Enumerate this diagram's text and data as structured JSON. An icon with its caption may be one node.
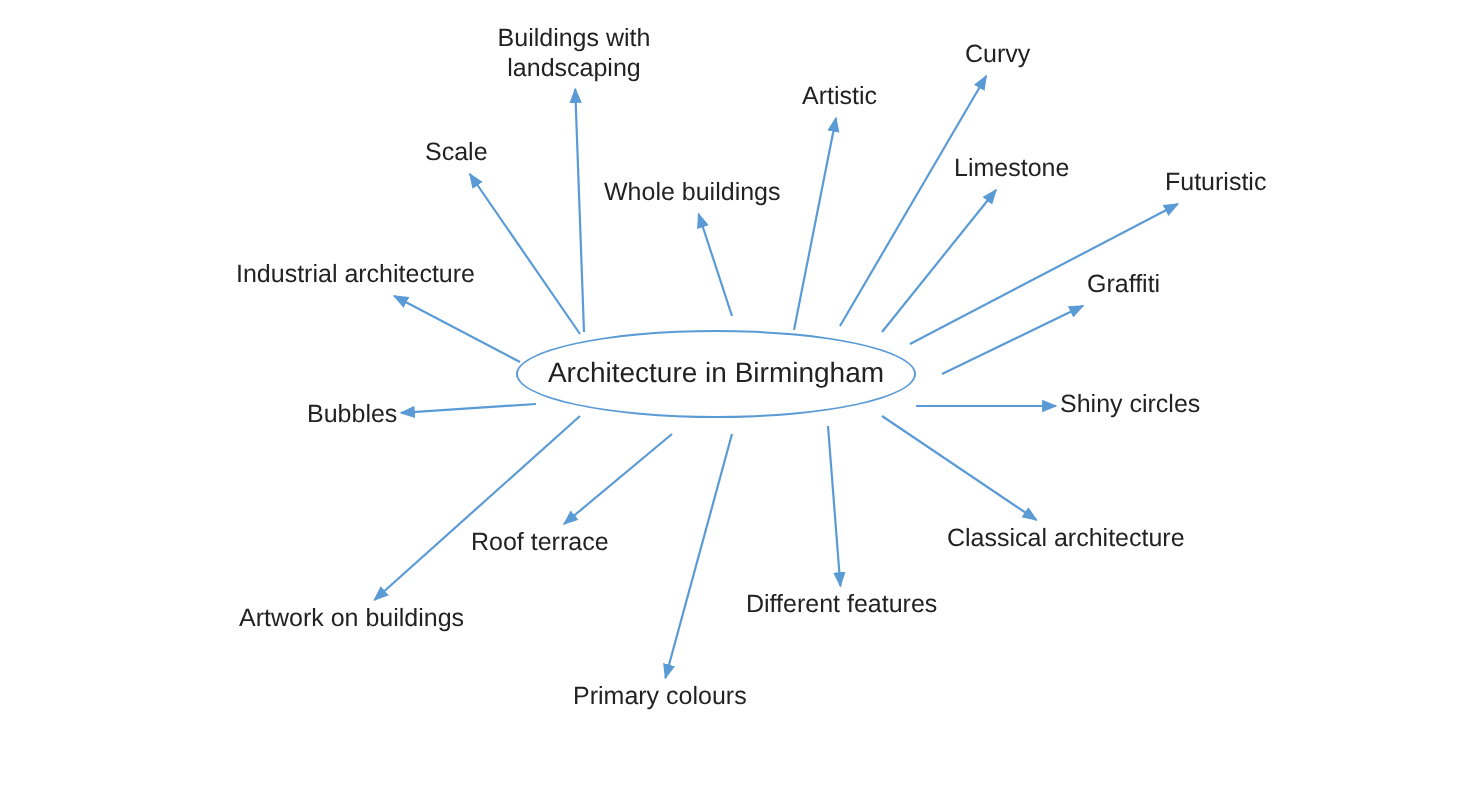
{
  "diagram": {
    "nodes": [
      {
        "text": [
          "Architecture in Birmingham"
        ]
      },
      {
        "text": [
          "Buildings with landscaping"
        ]
      },
      {
        "text": [
          "Artistic"
        ]
      },
      {
        "text": [
          "Curvy"
        ]
      },
      {
        "text": [
          "Scale"
        ]
      },
      {
        "text": [
          "Whole buildings"
        ]
      },
      {
        "text": [
          "Limestone"
        ]
      },
      {
        "text": [
          "Futuristic"
        ]
      },
      {
        "text": [
          "Industrial architecture"
        ]
      },
      {
        "text": [
          "Graffiti"
        ]
      },
      {
        "text": [
          "Bubbles"
        ]
      },
      {
        "text": [
          "Shiny circles"
        ]
      },
      {
        "text": [
          "Roof terrace"
        ]
      },
      {
        "text": [
          "Classical architecture"
        ]
      },
      {
        "text": [
          "Different features"
        ]
      },
      {
        "text": [
          "Artwork on buildings"
        ]
      },
      {
        "text": [
          "Primary colours"
        ]
      }
    ],
    "edges": [
      {
        "from": 0,
        "to": 1,
        "arrow": "to"
      },
      {
        "from": 0,
        "to": 2,
        "arrow": "to"
      },
      {
        "from": 0,
        "to": 3,
        "arrow": "to"
      },
      {
        "from": 0,
        "to": 4,
        "arrow": "to"
      },
      {
        "from": 0,
        "to": 5,
        "arrow": "to"
      },
      {
        "from": 0,
        "to": 6,
        "arrow": "to"
      },
      {
        "from": 0,
        "to": 7,
        "arrow": "to"
      },
      {
        "from": 0,
        "to": 8,
        "arrow": "to"
      },
      {
        "from": 0,
        "to": 9,
        "arrow": "to"
      },
      {
        "from": 0,
        "to": 10,
        "arrow": "to"
      },
      {
        "from": 0,
        "to": 11,
        "arrow": "to"
      },
      {
        "from": 0,
        "to": 12,
        "arrow": "to"
      },
      {
        "from": 0,
        "to": 13,
        "arrow": "to"
      },
      {
        "from": 0,
        "to": 14,
        "arrow": "to"
      },
      {
        "from": 0,
        "to": 15,
        "arrow": "to"
      },
      {
        "from": 0,
        "to": 16,
        "arrow": "to"
      }
    ]
  }
}
